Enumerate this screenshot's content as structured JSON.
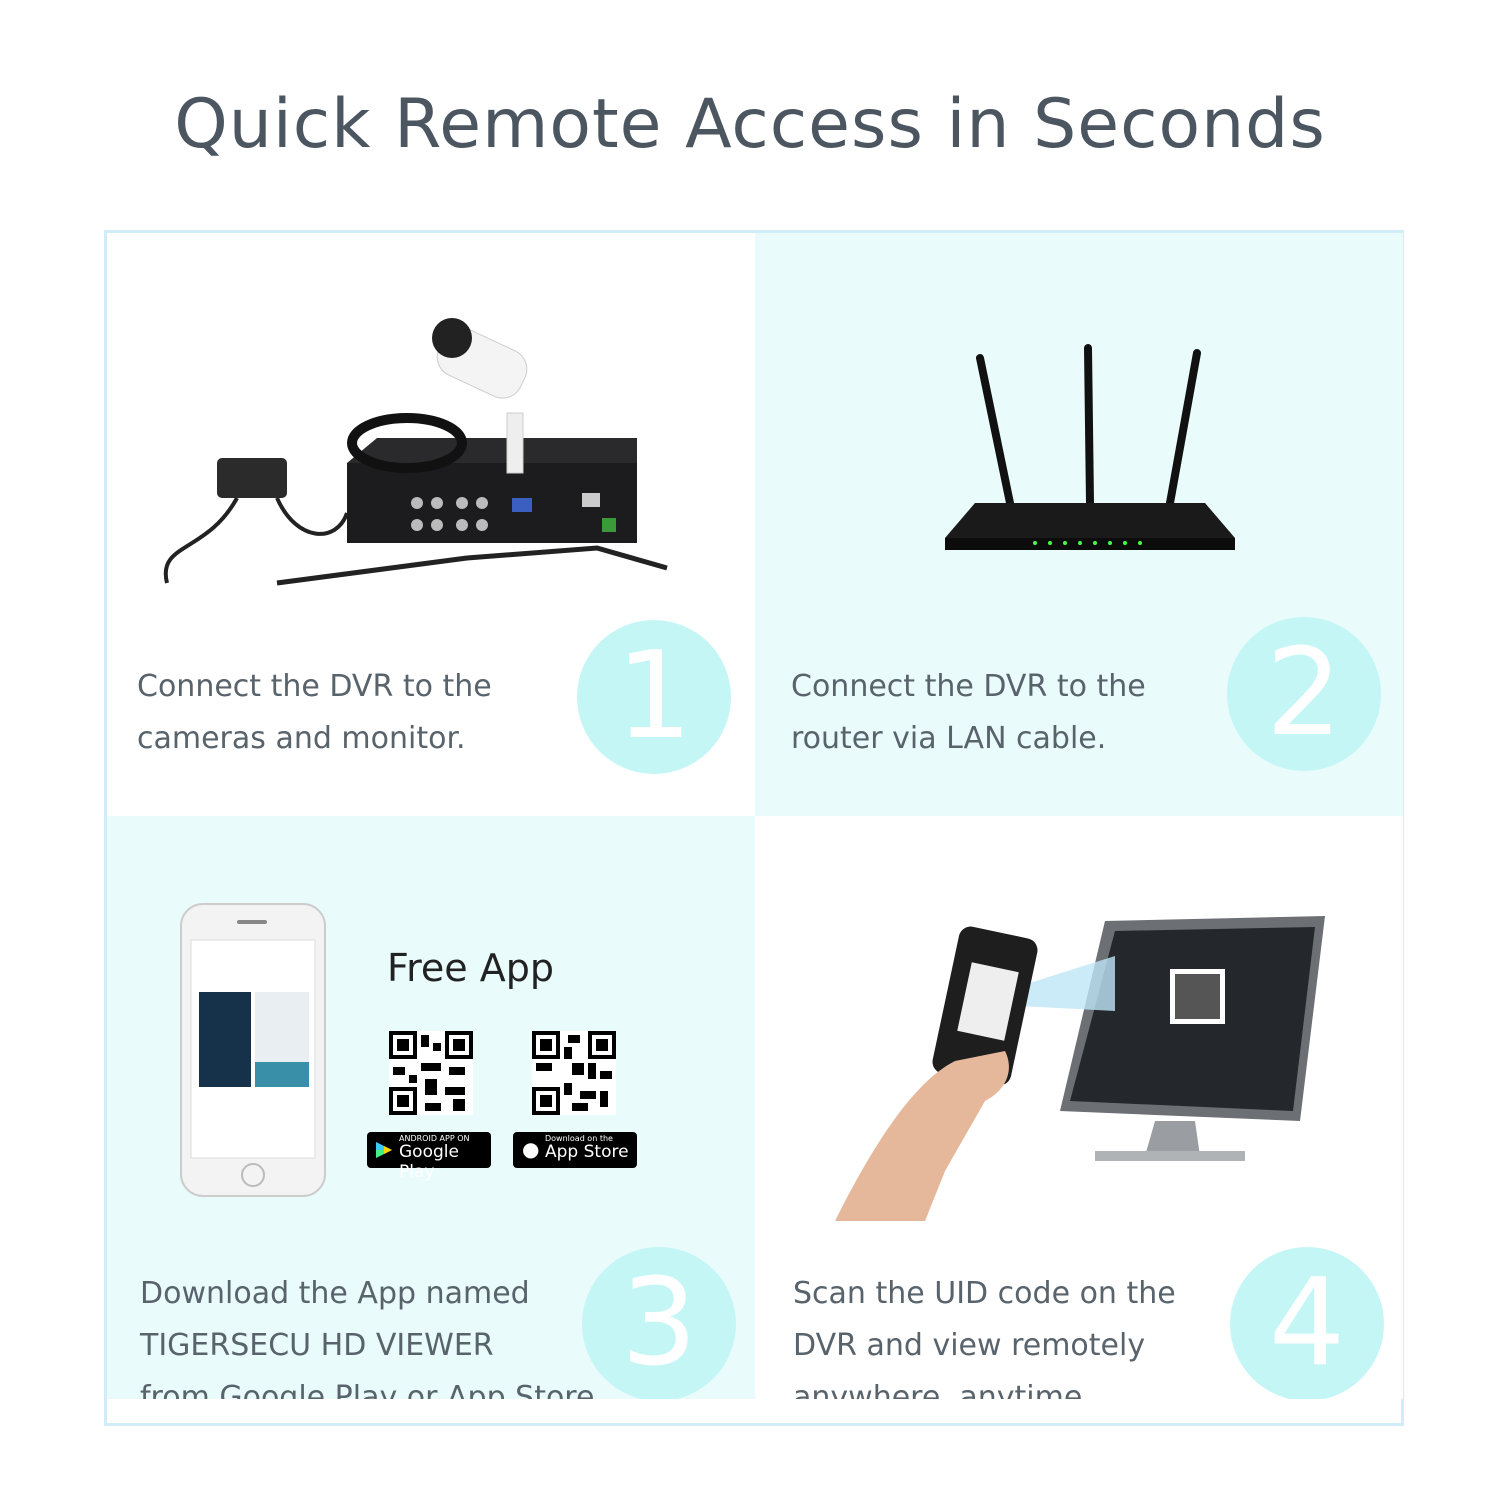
{
  "title": "Quick Remote Access in Seconds",
  "steps": [
    {
      "number": "1",
      "lines": [
        "Connect the DVR to the",
        "cameras and monitor."
      ]
    },
    {
      "number": "2",
      "lines": [
        "Connect the DVR to the",
        "router via LAN cable."
      ]
    },
    {
      "number": "3",
      "lines": [
        "Download the App named",
        "TIGERSECU HD VIEWER",
        "from Google Play or App Store."
      ]
    },
    {
      "number": "4",
      "lines": [
        "Scan the UID code on the",
        "DVR and view remotely",
        "anywhere, anytime."
      ]
    }
  ],
  "app": {
    "heading": "Free App",
    "google_play": {
      "small": "ANDROID APP ON",
      "big": "Google Play"
    },
    "app_store": {
      "small": "Download on the",
      "big": "App Store"
    }
  },
  "colors": {
    "circle": "#c5f6f6",
    "tint": "#e9fbfb",
    "border": "#d0eef8",
    "text": "#59636c"
  }
}
